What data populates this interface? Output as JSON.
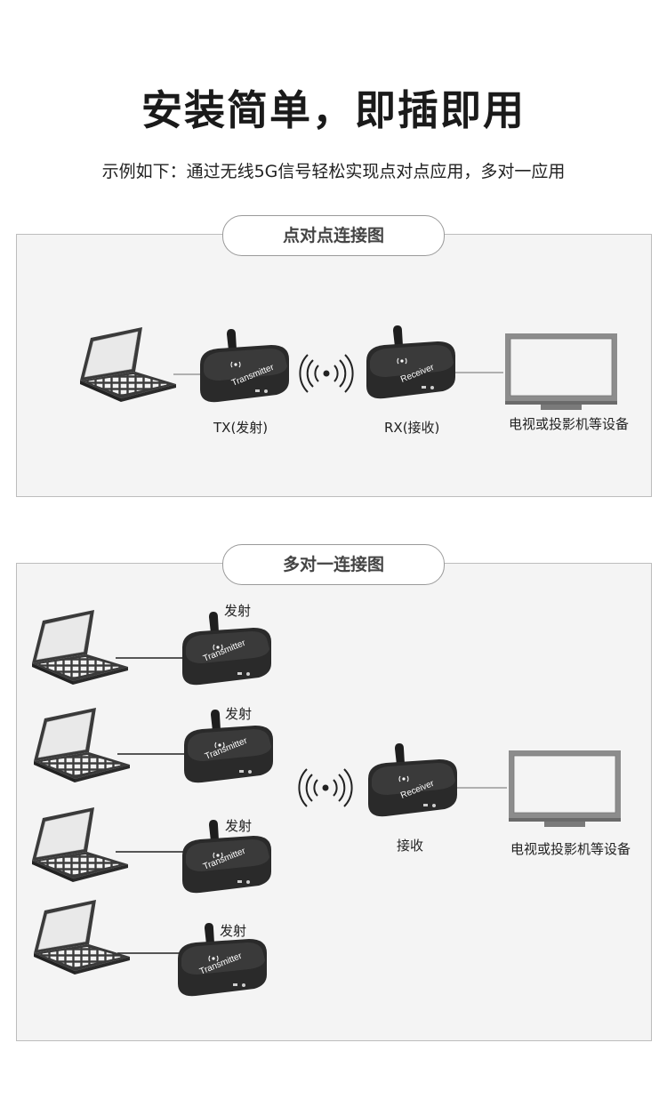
{
  "header": {
    "title": "安装简单，即插即用",
    "subtitle": "示例如下：通过无线5G信号轻松实现点对点应用，多对一应用"
  },
  "p2p": {
    "heading": "点对点连接图",
    "tx_label": "TX(发射)",
    "rx_label": "RX(接收)",
    "display_label": "电视或投影机等设备"
  },
  "m2o": {
    "heading": "多对一连接图",
    "tx_labels": [
      "发射",
      "发射",
      "发射",
      "发射"
    ],
    "rx_label": "接收",
    "display_label": "电视或投影机等设备"
  },
  "device_text": {
    "transmitter": "Transmitter",
    "receiver": "Receiver"
  },
  "icons": [
    "laptop-icon",
    "transmitter-device-icon",
    "receiver-device-icon",
    "wireless-signal-icon",
    "monitor-icon"
  ],
  "colors": {
    "panel_bg": "#f4f4f4",
    "panel_border": "#bdbdbd",
    "device": "#2b2b2b"
  }
}
